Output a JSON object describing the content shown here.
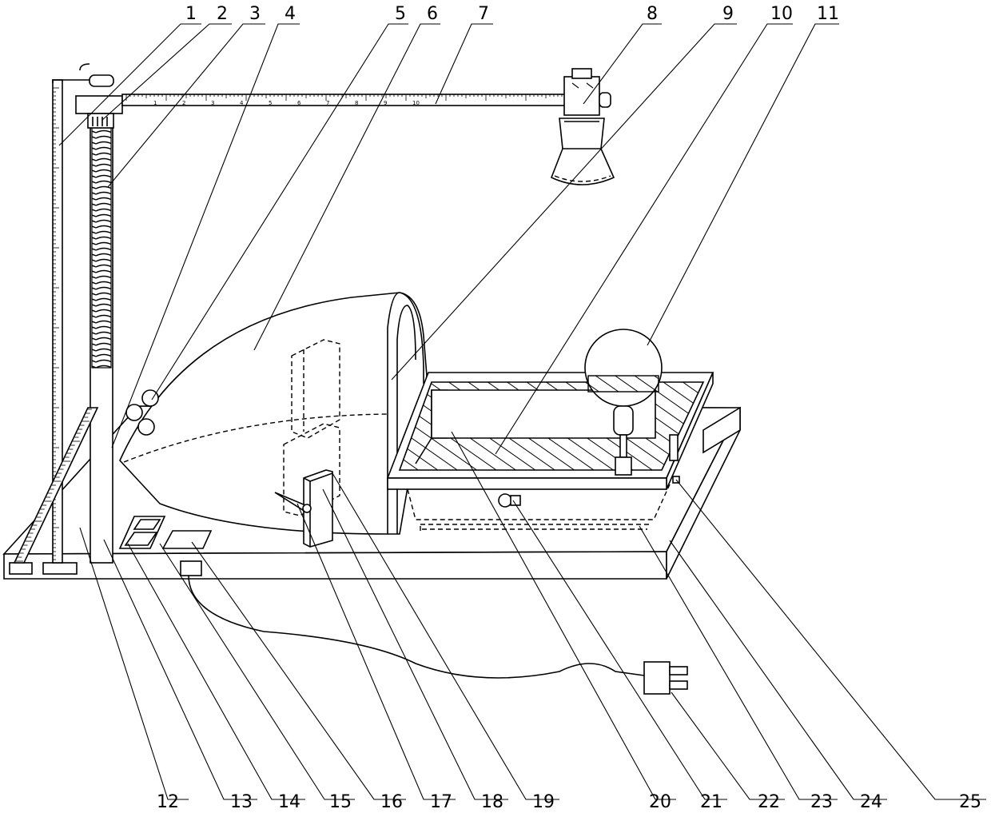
{
  "labels": {
    "top": [
      "1",
      "2",
      "3",
      "4",
      "5",
      "6",
      "7",
      "8",
      "9",
      "10",
      "11"
    ],
    "bottom": [
      "12",
      "13",
      "14",
      "15",
      "16",
      "17",
      "18",
      "19",
      "20",
      "21",
      "22",
      "23",
      "24",
      "25"
    ]
  },
  "ruler_ticks": [
    "1",
    "2",
    "3",
    "4",
    "5",
    "6",
    "7",
    "8",
    "9",
    "10"
  ]
}
